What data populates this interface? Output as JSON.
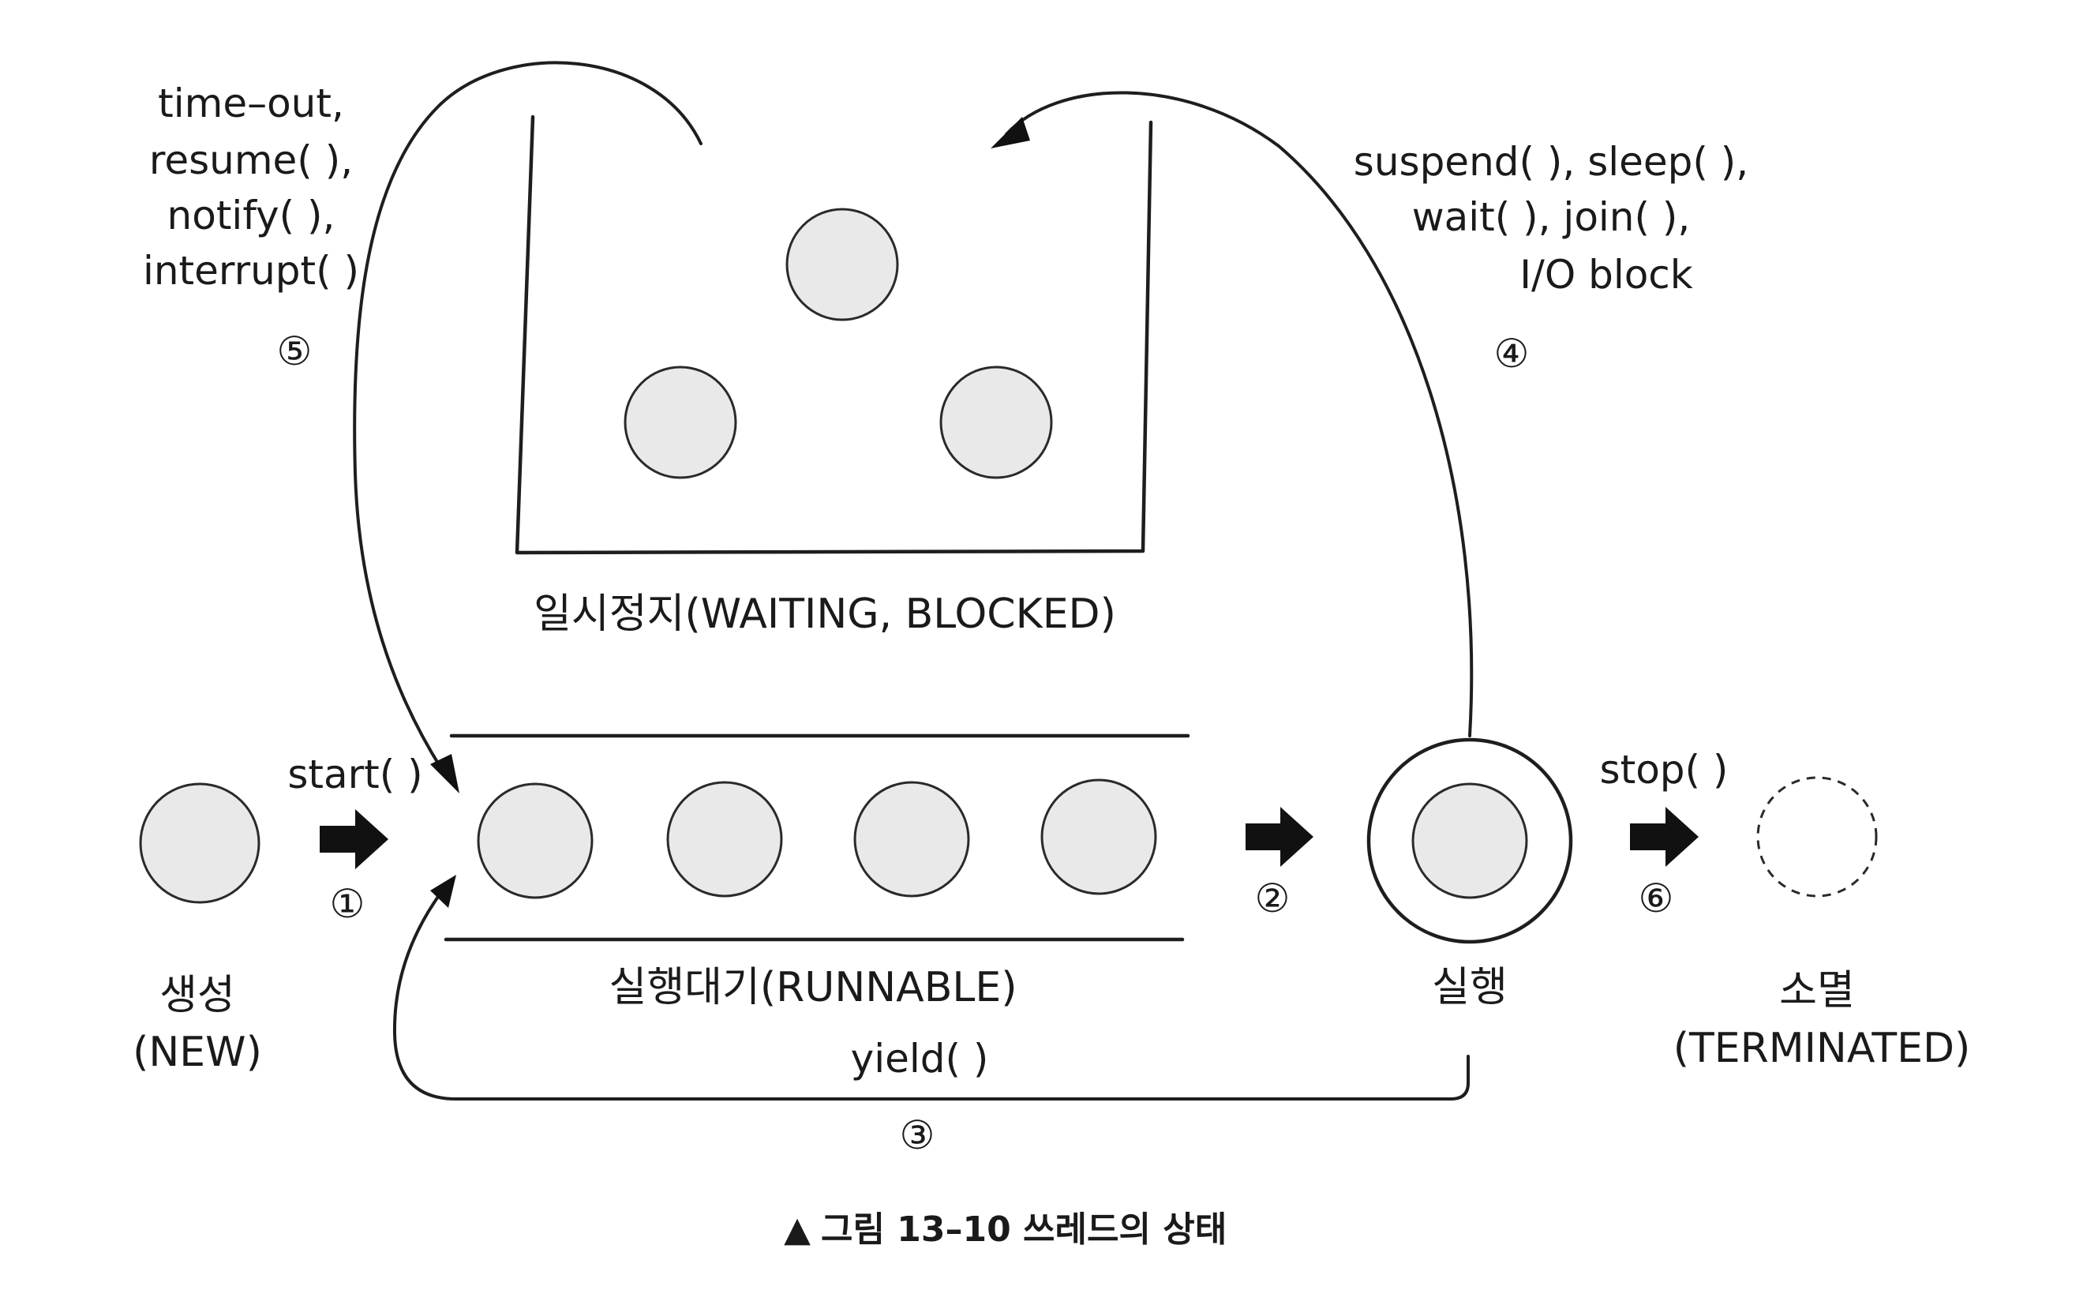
{
  "states": {
    "new": {
      "name": "생성",
      "sub": "(NEW)"
    },
    "runnable": {
      "name": "실행대기(RUNNABLE)"
    },
    "running": {
      "name": "실행"
    },
    "waiting": {
      "name": "일시정지(WAITING, BLOCKED)"
    },
    "terminated": {
      "name": "소멸",
      "sub": "(TERMINATED)"
    }
  },
  "transitions": {
    "t1": {
      "number": "①",
      "label": "start( )"
    },
    "t2": {
      "number": "②"
    },
    "t3": {
      "number": "③",
      "label": "yield( )"
    },
    "t4": {
      "number": "④",
      "lines": [
        "suspend( ), sleep( ),",
        "wait( ), join( ),",
        "I/O block"
      ]
    },
    "t5": {
      "number": "⑤",
      "lines": [
        "time–out,",
        "resume( ),",
        "notify( ),",
        "interrupt( )"
      ]
    },
    "t6": {
      "number": "⑥",
      "label": "stop( )"
    }
  },
  "caption": {
    "marker": "▲",
    "text": "그림 13–10  쓰레드의 상태"
  }
}
